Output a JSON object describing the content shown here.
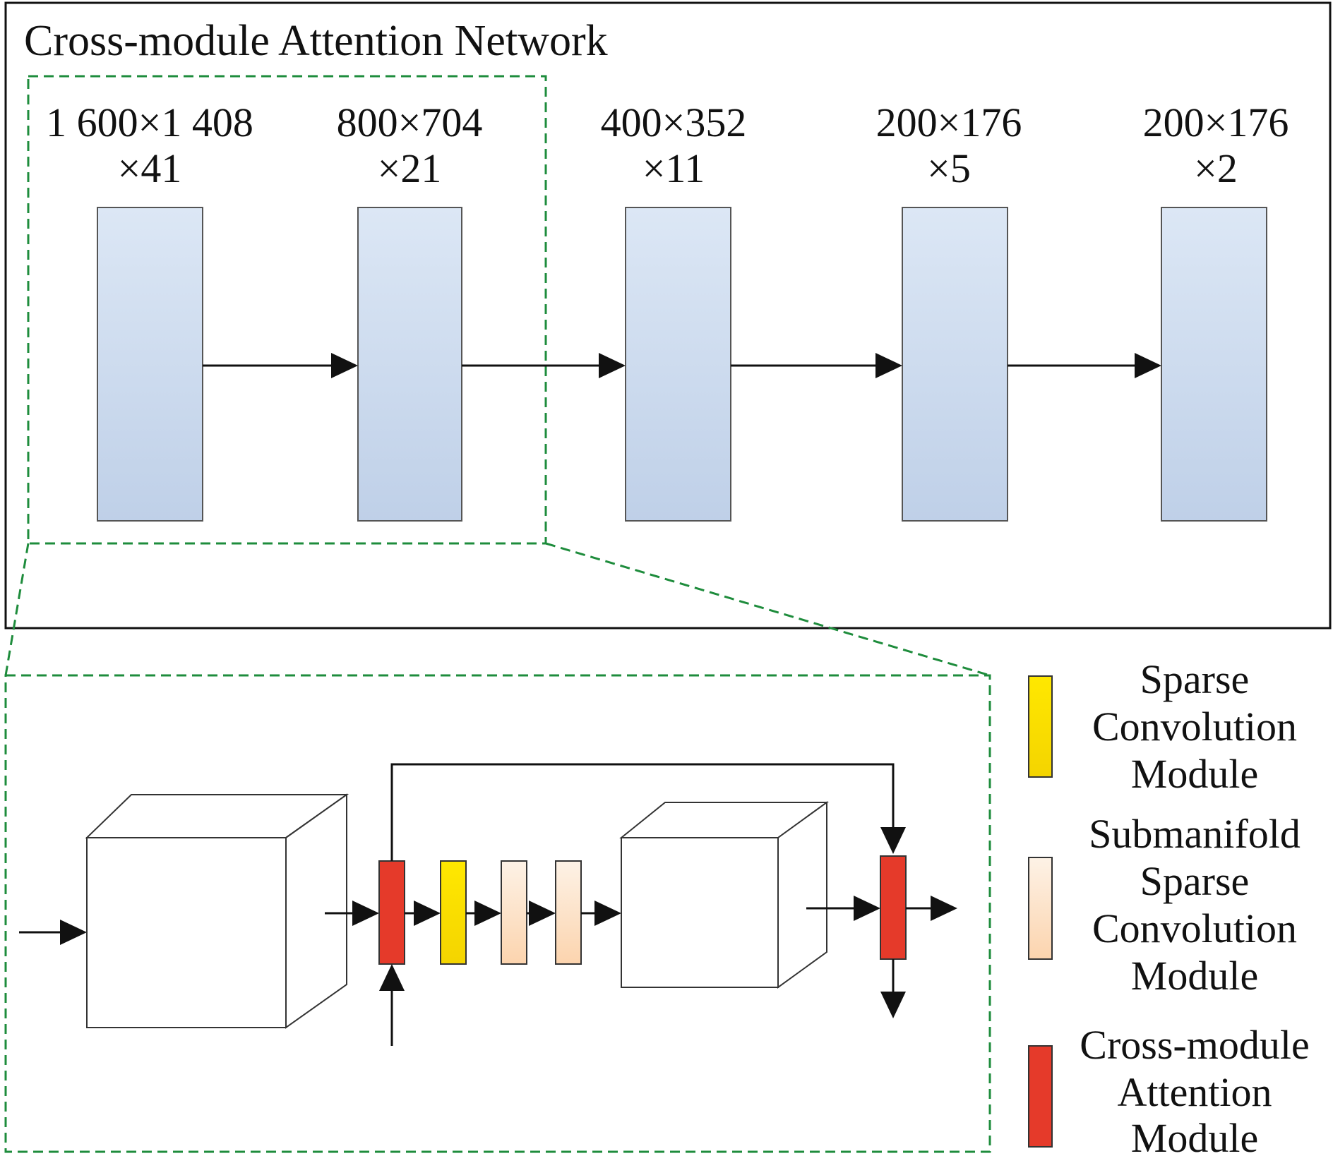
{
  "title": "Cross-module Attention Network",
  "layers": [
    {
      "line1": "1 600×1 408",
      "line2": "×41"
    },
    {
      "line1": "800×704",
      "line2": "×21"
    },
    {
      "line1": "400×352",
      "line2": "×11"
    },
    {
      "line1": "200×176",
      "line2": "×5"
    },
    {
      "line1": "200×176",
      "line2": "×2"
    }
  ],
  "legend": [
    {
      "lines": [
        "Sparse",
        "Convolution",
        "Module"
      ],
      "color": "#ffe800"
    },
    {
      "lines": [
        "Submanifold",
        "Sparse",
        "Convolution",
        "Module"
      ],
      "color": "#fde9d0"
    },
    {
      "lines": [
        "Cross-module",
        "Attention",
        "Module"
      ],
      "color": "#e53a2a"
    }
  ],
  "colors": {
    "layer_top": "#dce7f5",
    "layer_bottom": "#bfd0e8",
    "dashed_zoom": "#1e8c3c",
    "attention": "#e53a2a",
    "sparse_conv": "#ffe800",
    "submanifold_top": "#fdf2e6",
    "submanifold_bottom": "#fcd4ae"
  }
}
